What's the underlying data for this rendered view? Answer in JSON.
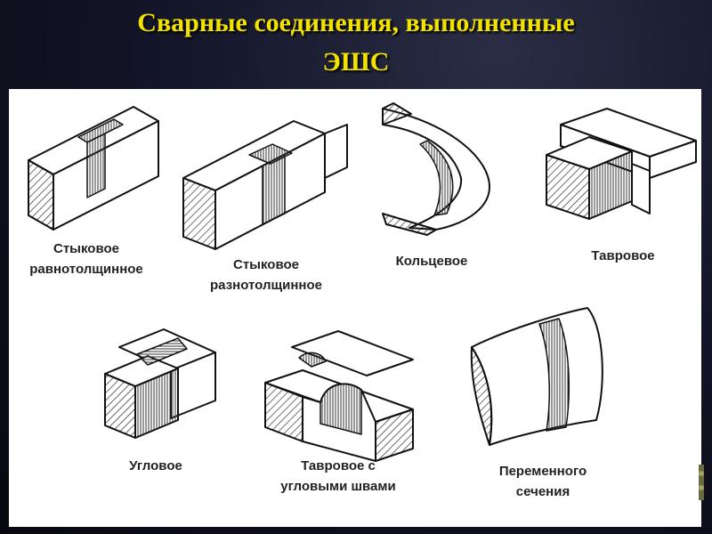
{
  "slide": {
    "title_line1": "Сварные соединения, выполненные",
    "title_line2": "ЭШС"
  },
  "figures": [
    {
      "id": "butt-equal",
      "label_line1": "Стыковое",
      "label_line2": "равнотолщинное"
    },
    {
      "id": "butt-unequal",
      "label_line1": "Стыковое",
      "label_line2": "разнотолщинное"
    },
    {
      "id": "ring",
      "label_line1": "Кольцевое",
      "label_line2": ""
    },
    {
      "id": "tee",
      "label_line1": "Тавровое",
      "label_line2": ""
    },
    {
      "id": "corner",
      "label_line1": "Угловое",
      "label_line2": ""
    },
    {
      "id": "tee-fillet",
      "label_line1": "Тавровое с",
      "label_line2": "угловыми швами"
    },
    {
      "id": "variable",
      "label_line1": "Переменного",
      "label_line2": "сечения"
    }
  ],
  "colors": {
    "title": "#f2e200",
    "line": "#111111",
    "weld": "#555555"
  }
}
